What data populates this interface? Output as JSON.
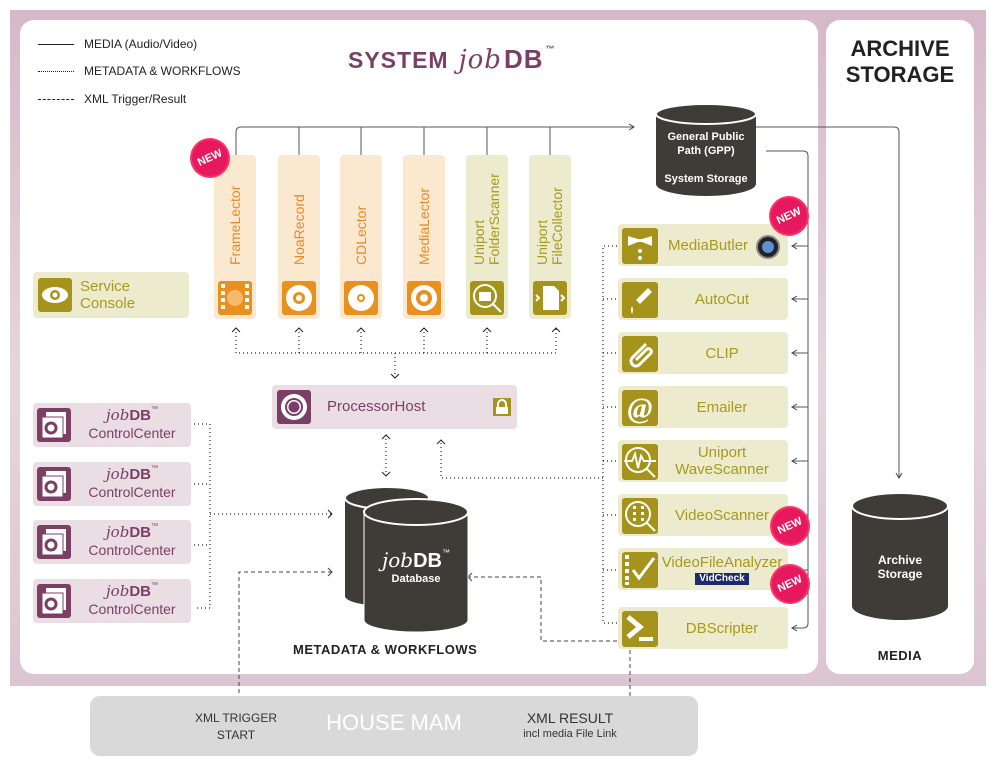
{
  "legend": [
    {
      "style": "solid",
      "label": "MEDIA (Audio/Video)"
    },
    {
      "style": "dotted",
      "label": "METADATA & WORKFLOWS"
    },
    {
      "style": "dashed",
      "label": "XML Trigger/Result"
    }
  ],
  "title": {
    "prefix": "SYSTEM",
    "job": "job",
    "db": "DB",
    "tm": "™"
  },
  "archive_title": {
    "line1": "ARCHIVE",
    "line2": "STORAGE"
  },
  "ingest_tiles": [
    {
      "label": "FrameLector",
      "label2": "",
      "icon": "film-icon",
      "color": "orange",
      "new": true
    },
    {
      "label": "NoaRecord",
      "label2": "",
      "icon": "tape-reel-icon",
      "color": "orange",
      "new": false
    },
    {
      "label": "CDLector",
      "label2": "",
      "icon": "cd-icon",
      "color": "orange",
      "new": false
    },
    {
      "label": "MediaLector",
      "label2": "",
      "icon": "media-wheel-icon",
      "color": "orange",
      "new": false
    },
    {
      "label": "Uniport",
      "label2": "FolderScanner",
      "icon": "folder-search-icon",
      "color": "olive",
      "new": false
    },
    {
      "label": "Uniport",
      "label2": "FileCollector",
      "icon": "file-collect-icon",
      "color": "olive",
      "new": false
    }
  ],
  "service_console": {
    "label": "Service Console",
    "icon": "eye-icon"
  },
  "gpp": {
    "line1": "General Public",
    "line2": "Path (GPP)",
    "line3": "System Storage"
  },
  "processor_host": {
    "label": "ProcessorHost",
    "icon": "gear-icon",
    "lock_icon": "lock-icon"
  },
  "control_centers": [
    {
      "job": "job",
      "db": "DB",
      "tm": "™",
      "label": "ControlCenter"
    },
    {
      "job": "job",
      "db": "DB",
      "tm": "™",
      "label": "ControlCenter"
    },
    {
      "job": "job",
      "db": "DB",
      "tm": "™",
      "label": "ControlCenter"
    },
    {
      "job": "job",
      "db": "DB",
      "tm": "™",
      "label": "ControlCenter"
    }
  ],
  "database": {
    "job": "job",
    "db": "DB",
    "tm": "™",
    "label": "Database",
    "caption": "METADATA & WORKFLOWS"
  },
  "workers": [
    {
      "label": "MediaButler",
      "label2": "",
      "icon": "bowtie-icon",
      "new": true,
      "extra": "fast-forward-icon"
    },
    {
      "label": "AutoCut",
      "label2": "",
      "icon": "pipette-icon",
      "new": false
    },
    {
      "label": "CLIP",
      "label2": "",
      "icon": "paperclip-icon",
      "new": false
    },
    {
      "label": "Emailer",
      "label2": "",
      "icon": "at-sign-icon",
      "new": false
    },
    {
      "label": "Uniport",
      "label2": "WaveScanner",
      "icon": "waveform-search-icon",
      "new": false
    },
    {
      "label": "VideoScanner",
      "label2": "",
      "icon": "video-search-icon",
      "new": true
    },
    {
      "label": "VideoFileAnalyzer",
      "label2": "",
      "badge": "VidCheck",
      "icon": "film-check-icon",
      "new": true
    },
    {
      "label": "DBScripter",
      "label2": "",
      "icon": "terminal-icon",
      "new": false
    }
  ],
  "new_badge": "NEW",
  "archive_storage": {
    "line1": "Archive",
    "line2": "Storage",
    "caption": "MEDIA"
  },
  "house_mam": {
    "label": "HOUSE MAM",
    "trigger1": "XML TRIGGER",
    "trigger2": "START",
    "result1": "XML RESULT",
    "result2": "incl media File Link"
  },
  "colors": {
    "brand_purple": "#7b3f66",
    "olive": "#a5931b",
    "orange": "#e9901f",
    "new_badge": "#e6195e",
    "cylinder": "#3f3b37"
  }
}
